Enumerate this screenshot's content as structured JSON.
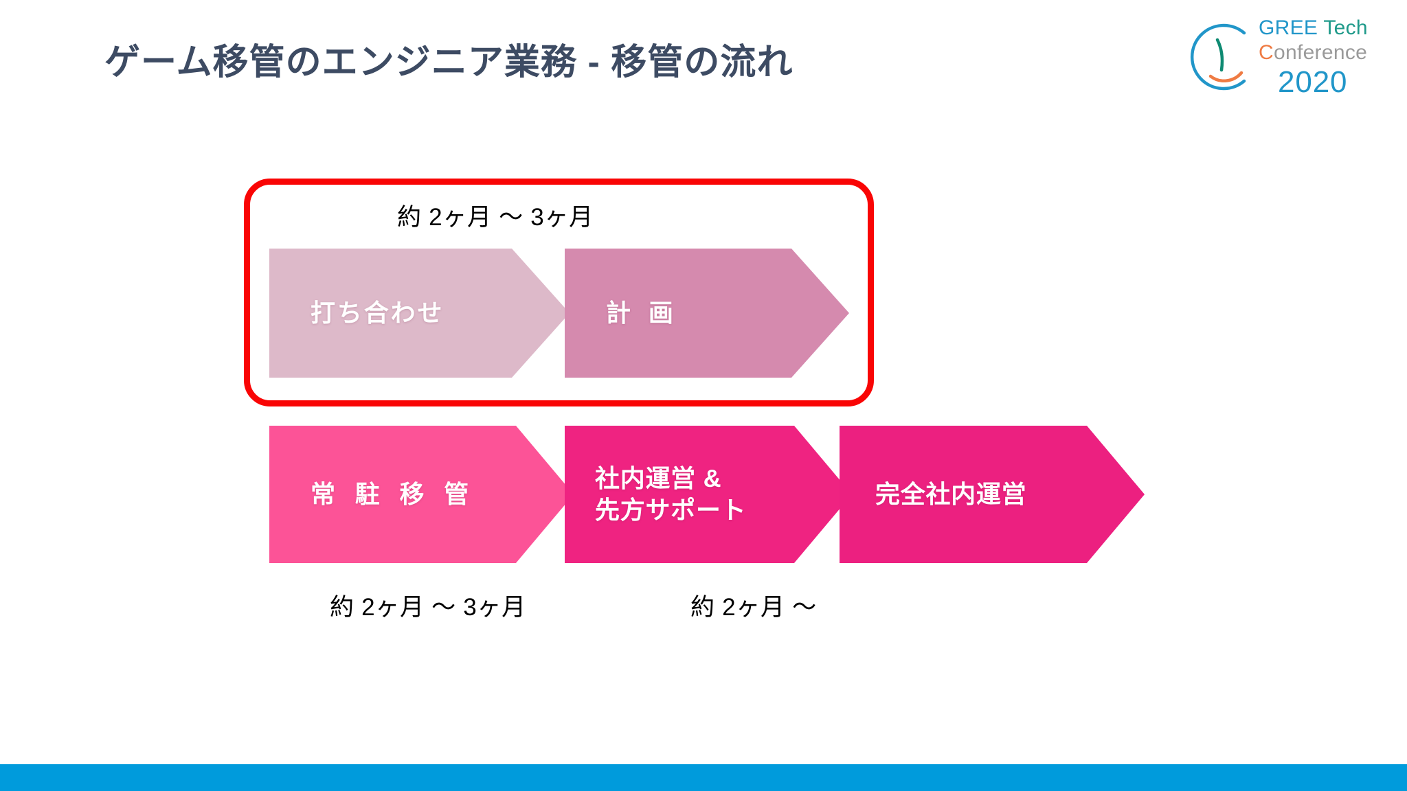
{
  "slide": {
    "title": "ゲーム移管のエンジニア業務 - 移管の流れ",
    "background_color": "#ffffff",
    "title_color": "#3d4b63",
    "footer_bar_color": "#009bdc"
  },
  "logo": {
    "line1_part1": "GREE",
    "line1_part2": " Tech",
    "line2_part1": "C",
    "line2_part2": "onference",
    "line3": "2020",
    "mark_color": "#2196c9",
    "accent_teal": "#1f9a8a",
    "accent_orange": "#ef7b43",
    "neutral_gray": "#9a9a9a"
  },
  "highlight": {
    "color": "#f90505",
    "label": "highlighted-phase-group"
  },
  "flow": {
    "top_row": [
      {
        "id": "uchiawase",
        "label": "打ち合わせ",
        "color": "#ddb9c9",
        "shape": "pentagon"
      },
      {
        "id": "keikaku",
        "label": "計 画",
        "color": "#d58aae",
        "shape": "pentagon"
      }
    ],
    "bottom_row": [
      {
        "id": "joucyu-ikan",
        "label": "常 駐 移 管",
        "color": "#fc5397",
        "shape": "pentagon"
      },
      {
        "id": "shanai-unei-senpou-support",
        "label": "社内運営 &\n先方サポート",
        "color": "#ef2381",
        "shape": "chevron"
      },
      {
        "id": "kanzen-shanai-unei",
        "label": "完全社内運営",
        "color": "#ec2080",
        "shape": "chevron"
      }
    ]
  },
  "durations": {
    "top": "約 2ヶ月 〜 3ヶ月",
    "bottom_left": "約 2ヶ月 〜 3ヶ月",
    "bottom_right": "約 2ヶ月 〜"
  }
}
